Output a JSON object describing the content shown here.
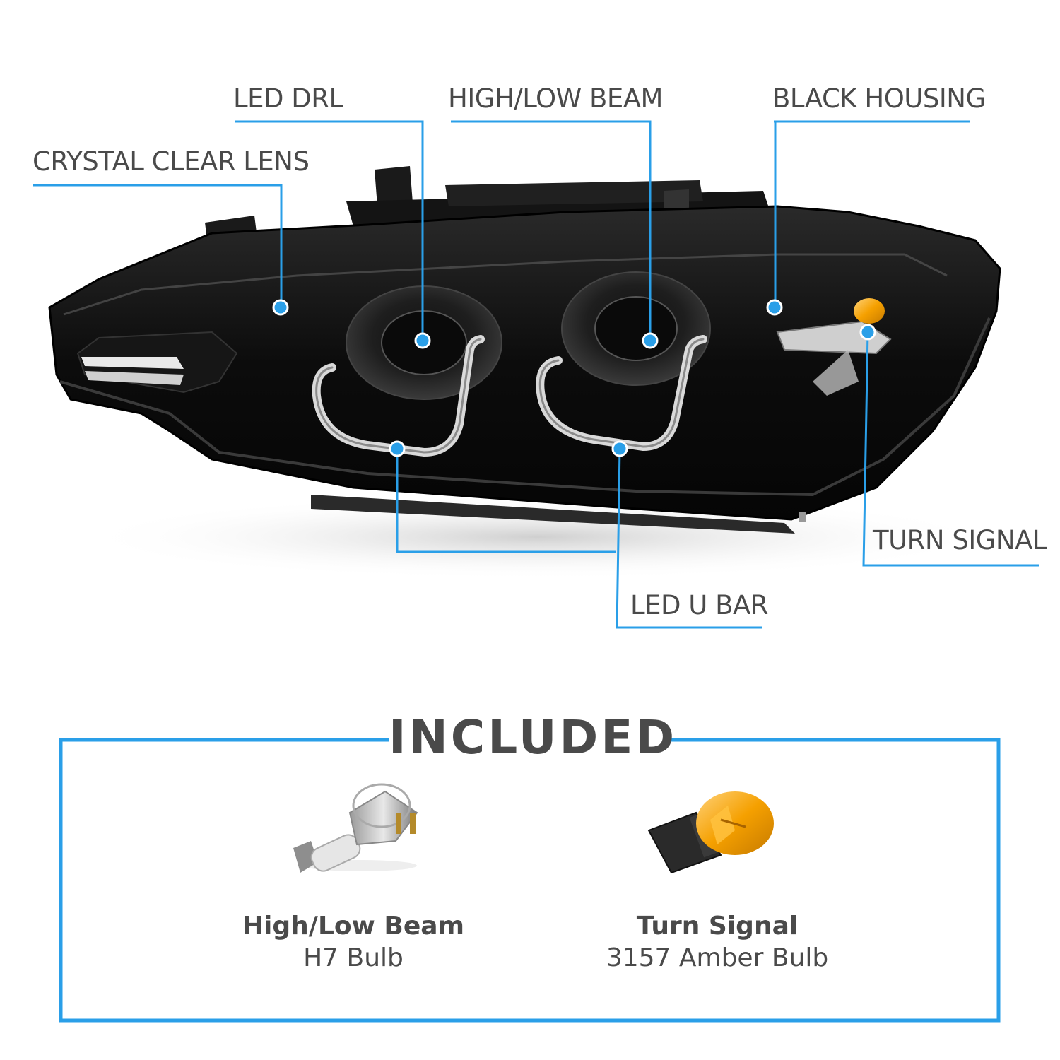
{
  "colors": {
    "accent": "#2a9fe8",
    "text": "#4a4a4a",
    "housing": "#0b0b0b",
    "amber": "#f5a000"
  },
  "callouts": {
    "led_drl": "LED DRL",
    "high_low_beam": "HIGH/LOW BEAM",
    "black_housing": "BLACK HOUSING",
    "crystal_clear_lens": "CRYSTAL CLEAR LENS",
    "turn_signal": "TURN SIGNAL",
    "led_u_bar": "LED U BAR"
  },
  "included": {
    "title": "INCLUDED",
    "items": [
      {
        "name": "High/Low Beam",
        "desc": "H7 Bulb",
        "icon": "h7-bulb-icon"
      },
      {
        "name": "Turn Signal",
        "desc": "3157 Amber Bulb",
        "icon": "amber-bulb-icon"
      }
    ]
  }
}
